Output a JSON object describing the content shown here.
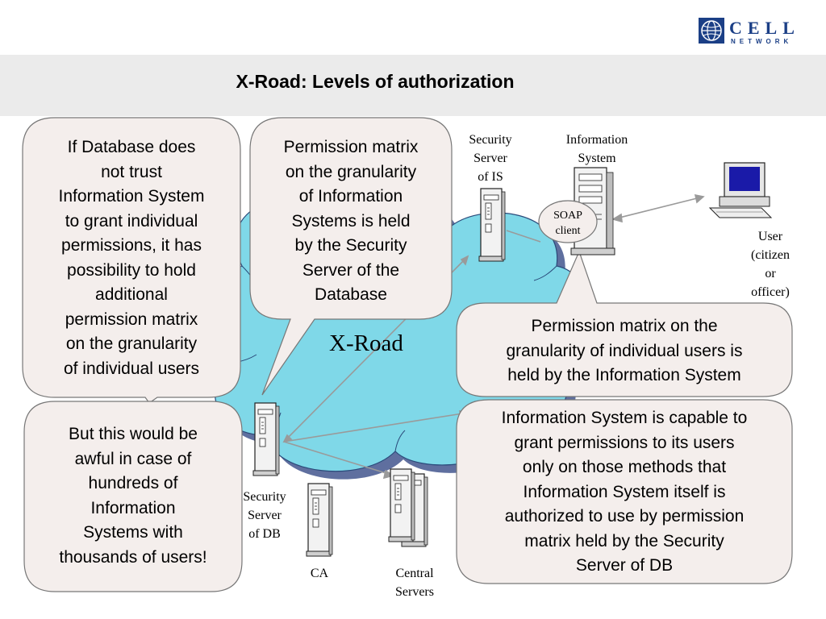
{
  "slide": {
    "title": "X-Road: Levels of authorization"
  },
  "logo": {
    "name": "CELL",
    "sub": "NETWORK"
  },
  "diagram": {
    "cloud_label": "X-Road",
    "labels": {
      "security_server_is": "Security\nServer\nof IS",
      "information_system": "Information\nSystem",
      "soap_client": "SOAP\nclient",
      "user": "User\n(citizen\nor\nofficer)",
      "security_server_db": "Security\nServer\nof DB",
      "ca": "CA",
      "central_servers": "Central\nServers"
    }
  },
  "callouts": {
    "db_trust": "If Database does\nnot trust\nInformation System\nto grant individual\npermissions, it has\npossibility to hold\nadditional\npermission matrix\non the granularity\nof individual users",
    "matrix_is": "Permission matrix\non the granularity\nof Information\nSystems is held\nby the Security\nServer of the\nDatabase",
    "matrix_users": "Permission matrix on the\ngranularity of individual users is\nheld by the Information System",
    "awful": "But this would be\nawful in case of\nhundreds of\nInformation\nSystems with\nthousands of users!",
    "capable": "Information System is capable to\ngrant permissions to its users\nonly on those methods that\nInformation System itself is\nauthorized to use by permission\nmatrix held by the Security\nServer of DB"
  },
  "colors": {
    "cloud_fill": "#7fd8e8",
    "cloud_shadow": "#5f6f9f",
    "callout_fill": "#f4eeec",
    "callout_stroke": "#777777",
    "title_band": "#ebebeb",
    "brand": "#1b3f86"
  }
}
